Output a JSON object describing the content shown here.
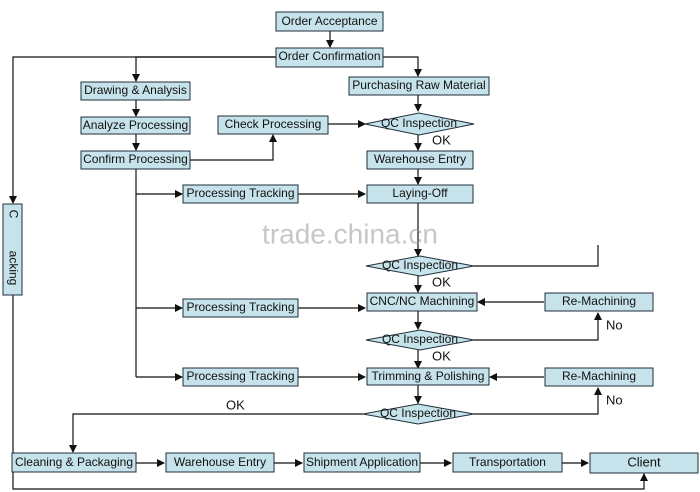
{
  "nodes": {
    "order_acceptance": "Order Acceptance",
    "order_confirmation": "Order Confirmation",
    "drawing_analysis": "Drawing & Analysis",
    "purchasing_raw_material": "Purchasing Raw Material",
    "analyze_processing": "Analyze Processing",
    "check_processing": "Check Processing",
    "qc_inspection_1": "QC Inspection",
    "confirm_processing": "Confirm Processing",
    "warehouse_entry_1": "Warehouse Entry",
    "processing_tracking_1": "Processing Tracking",
    "laying_off": "Laying-Off",
    "qc_inspection_2": "QC Inspection",
    "processing_tracking_2": "Processing Tracking",
    "cnc_machining": "CNC/NC Machining",
    "re_machining_1": "Re-Machining",
    "qc_inspection_3": "QC Inspection",
    "processing_tracking_3": "Processing Tracking",
    "trimming_polishing": "Trimming & Polishing",
    "re_machining_2": "Re-Machining",
    "qc_inspection_4": "QC Inspection",
    "cleaning_packaging": "Cleaning & Packaging",
    "warehouse_entry_2": "Warehouse Entry",
    "shipment_application": "Shipment Application",
    "transportation": "Transportation",
    "client": "Client",
    "left_tracking_top": "C",
    "left_tracking_bottom": "acking"
  },
  "edge_labels": {
    "ok_1": "OK",
    "ok_2": "OK",
    "ok_3": "OK",
    "no_1": "No",
    "no_2": "No",
    "ok_4": "OK"
  },
  "watermark": "trade.china.cn",
  "colors": {
    "box_fill": "#c6e2ea",
    "stroke": "#1f2f3a"
  }
}
